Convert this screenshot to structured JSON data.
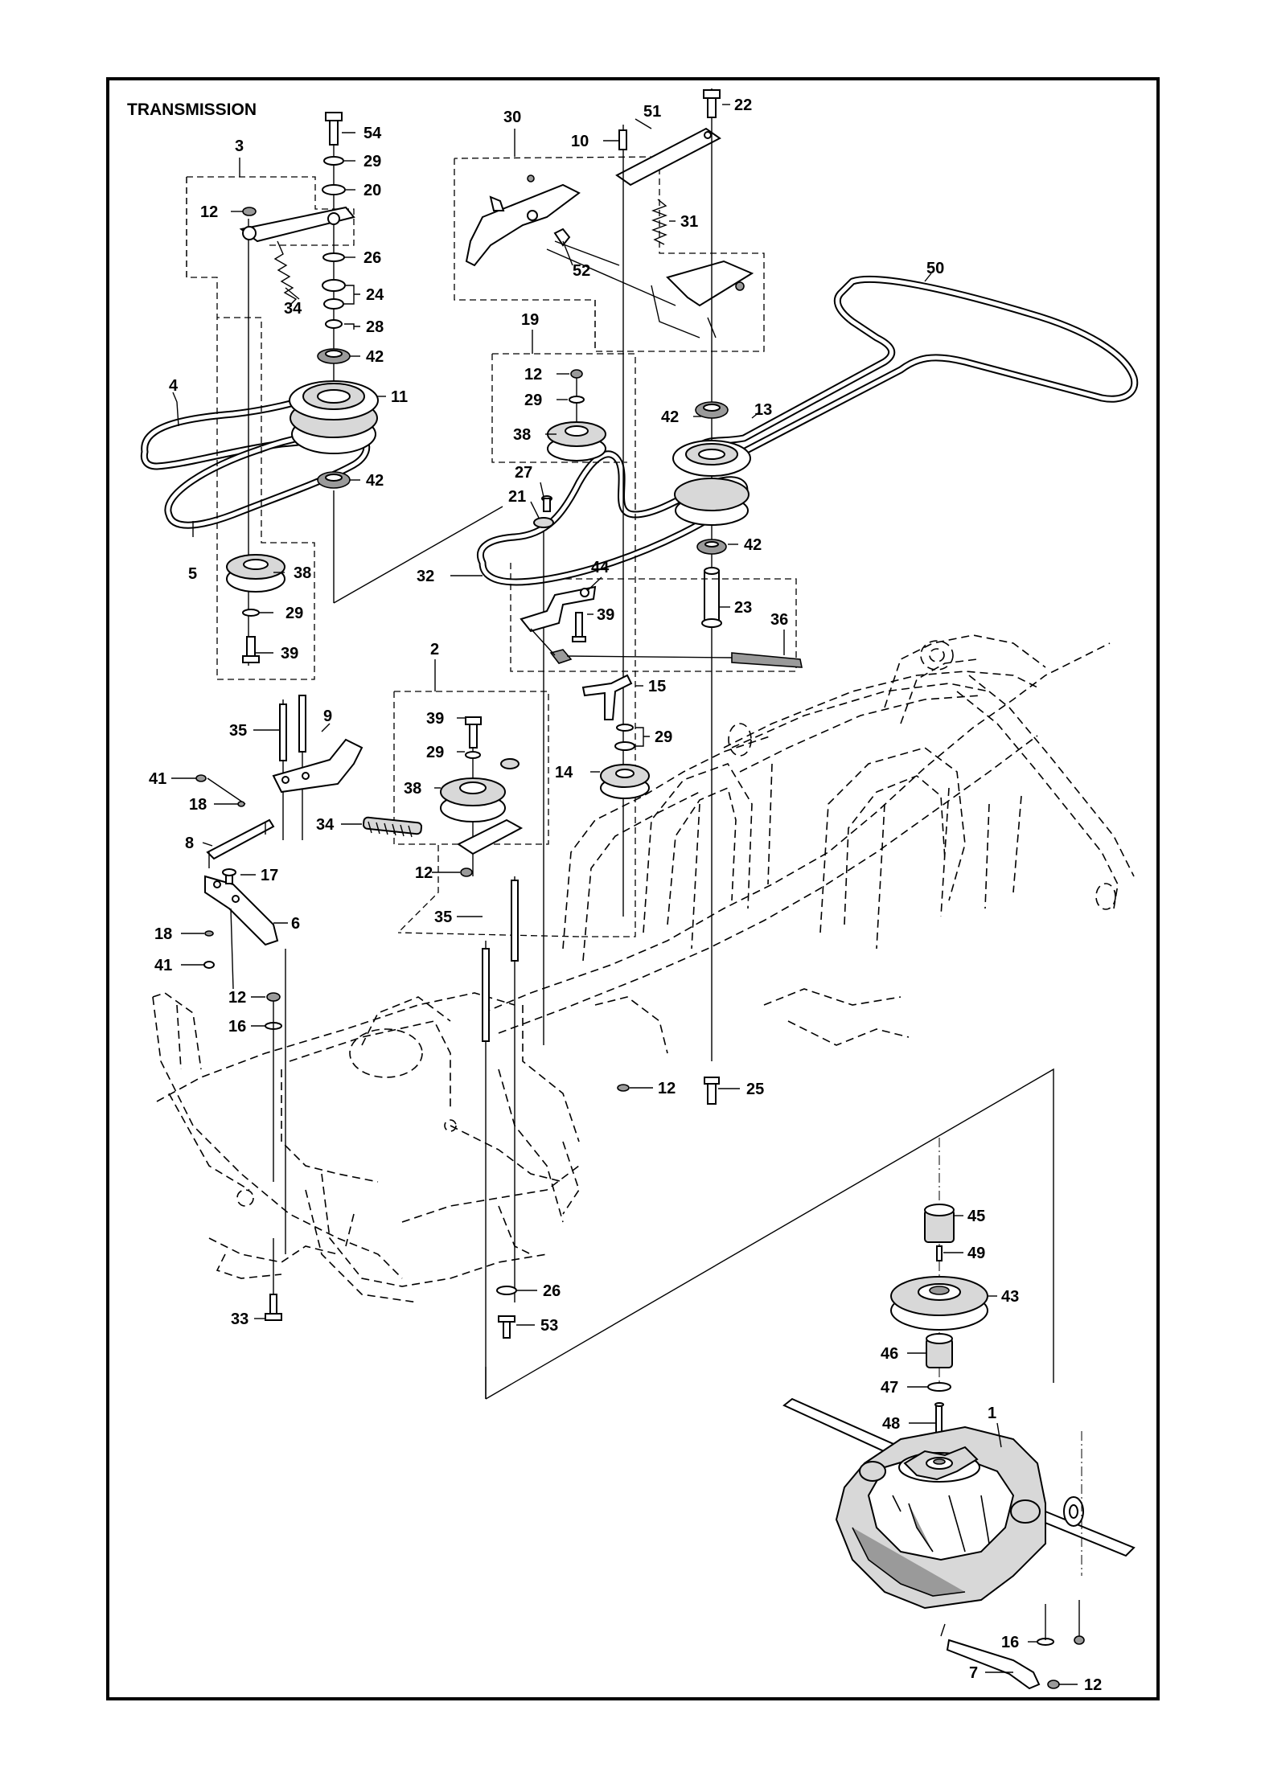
{
  "title": "TRANSMISSION",
  "callouts": [
    {
      "id": "c-54",
      "text": "54"
    },
    {
      "id": "c-29a",
      "text": "29"
    },
    {
      "id": "c-20",
      "text": "20"
    },
    {
      "id": "c-26a",
      "text": "26"
    },
    {
      "id": "c-24",
      "text": "24"
    },
    {
      "id": "c-28",
      "text": "28"
    },
    {
      "id": "c-42a",
      "text": "42"
    },
    {
      "id": "c-11",
      "text": "11"
    },
    {
      "id": "c-42b",
      "text": "42"
    },
    {
      "id": "c-3",
      "text": "3"
    },
    {
      "id": "c-12a",
      "text": "12"
    },
    {
      "id": "c-34a",
      "text": "34"
    },
    {
      "id": "c-4",
      "text": "4"
    },
    {
      "id": "c-5",
      "text": "5"
    },
    {
      "id": "c-38a",
      "text": "38"
    },
    {
      "id": "c-29b",
      "text": "29"
    },
    {
      "id": "c-39a",
      "text": "39"
    },
    {
      "id": "c-30",
      "text": "30"
    },
    {
      "id": "c-10",
      "text": "10"
    },
    {
      "id": "c-51",
      "text": "51"
    },
    {
      "id": "c-22",
      "text": "22"
    },
    {
      "id": "c-31",
      "text": "31"
    },
    {
      "id": "c-52",
      "text": "52"
    },
    {
      "id": "c-50",
      "text": "50"
    },
    {
      "id": "c-19",
      "text": "19"
    },
    {
      "id": "c-12b",
      "text": "12"
    },
    {
      "id": "c-29c",
      "text": "29"
    },
    {
      "id": "c-38b",
      "text": "38"
    },
    {
      "id": "c-42c",
      "text": "42"
    },
    {
      "id": "c-13",
      "text": "13"
    },
    {
      "id": "c-27",
      "text": "27"
    },
    {
      "id": "c-21",
      "text": "21"
    },
    {
      "id": "c-42d",
      "text": "42"
    },
    {
      "id": "c-32",
      "text": "32"
    },
    {
      "id": "c-44",
      "text": "44"
    },
    {
      "id": "c-39b",
      "text": "39"
    },
    {
      "id": "c-23",
      "text": "23"
    },
    {
      "id": "c-36",
      "text": "36"
    },
    {
      "id": "c-2",
      "text": "2"
    },
    {
      "id": "c-15",
      "text": "15"
    },
    {
      "id": "c-29d",
      "text": "29"
    },
    {
      "id": "c-14",
      "text": "14"
    },
    {
      "id": "c-35a",
      "text": "35"
    },
    {
      "id": "c-9",
      "text": "9"
    },
    {
      "id": "c-39c",
      "text": "39"
    },
    {
      "id": "c-29e",
      "text": "29"
    },
    {
      "id": "c-38c",
      "text": "38"
    },
    {
      "id": "c-41a",
      "text": "41"
    },
    {
      "id": "c-18a",
      "text": "18"
    },
    {
      "id": "c-8",
      "text": "8"
    },
    {
      "id": "c-34b",
      "text": "34"
    },
    {
      "id": "c-12c",
      "text": "12"
    },
    {
      "id": "c-17",
      "text": "17"
    },
    {
      "id": "c-35b",
      "text": "35"
    },
    {
      "id": "c-6",
      "text": "6"
    },
    {
      "id": "c-18b",
      "text": "18"
    },
    {
      "id": "c-41b",
      "text": "41"
    },
    {
      "id": "c-12d",
      "text": "12"
    },
    {
      "id": "c-16a",
      "text": "16"
    },
    {
      "id": "c-25",
      "text": "25"
    },
    {
      "id": "c-12e",
      "text": "12"
    },
    {
      "id": "c-45",
      "text": "45"
    },
    {
      "id": "c-49",
      "text": "49"
    },
    {
      "id": "c-43",
      "text": "43"
    },
    {
      "id": "c-26b",
      "text": "26"
    },
    {
      "id": "c-33",
      "text": "33"
    },
    {
      "id": "c-53",
      "text": "53"
    },
    {
      "id": "c-46",
      "text": "46"
    },
    {
      "id": "c-47",
      "text": "47"
    },
    {
      "id": "c-48",
      "text": "48"
    },
    {
      "id": "c-1",
      "text": "1"
    },
    {
      "id": "c-16b",
      "text": "16"
    },
    {
      "id": "c-7",
      "text": "7"
    },
    {
      "id": "c-12f",
      "text": "12"
    }
  ]
}
